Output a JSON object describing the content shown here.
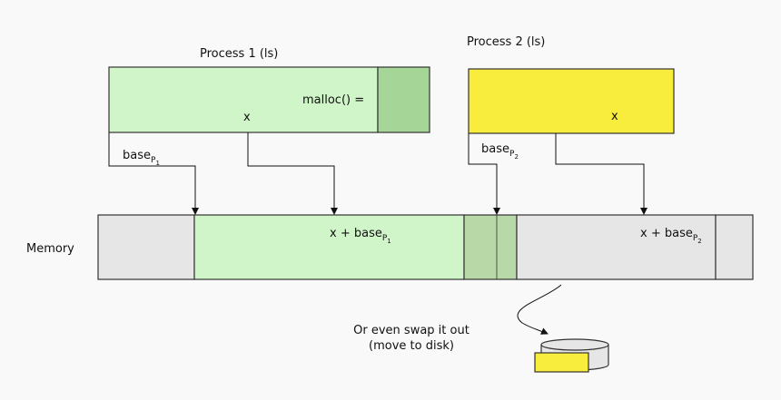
{
  "process1": {
    "title": "Process 1 (ls)",
    "malloc_label": "malloc() =",
    "var_label": "x",
    "base_label": "base",
    "base_sub": "P",
    "base_sub_index": "1",
    "fill": "#d0f5c8",
    "alloc_fill": "#a5d698"
  },
  "process2": {
    "title": "Process 2 (ls)",
    "var_label": "x",
    "base_label": "base",
    "base_sub": "P",
    "base_sub_index": "2",
    "fill": "#f8ec3c"
  },
  "memory": {
    "label": "Memory",
    "p1_region_label": "x + base",
    "p1_sub": "P",
    "p1_sub_index": "1",
    "p2_region_label": "x + base",
    "p2_sub": "P",
    "p2_sub_index": "2",
    "free_fill": "#e6e6e6",
    "p1_fill": "#d0f5c8",
    "shared_fill": "#b8d8a8"
  },
  "swap": {
    "line1": "Or even swap it out",
    "line2": "(move to disk)",
    "disk_fill": "#e6e6e6",
    "block_fill": "#f8ec3c"
  }
}
